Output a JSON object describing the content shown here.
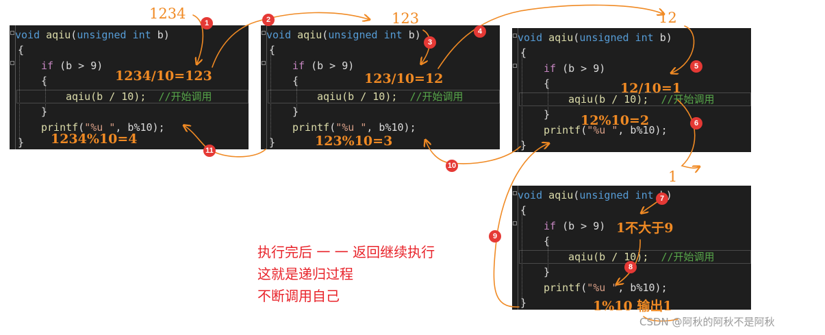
{
  "code": {
    "signature_keyword": "void",
    "signature_fn": "aqiu",
    "signature_open": "(",
    "signature_type": "unsigned int",
    "signature_param": " b)",
    "brace_open": "{",
    "brace_close": "}",
    "if_keyword": "if",
    "if_cond": " (b > 9)",
    "call": "aqiu(b / 10);",
    "comment": "//开始调用",
    "printf_fn": "printf",
    "printf_args_open": "(",
    "printf_str": "\"%u \"",
    "printf_args_rest": ", b%10);"
  },
  "top_labels": [
    "1234",
    "123",
    "12",
    "1"
  ],
  "annotations": {
    "p1_div": "1234/10=123",
    "p1_mod": "1234%10=4",
    "p2_div": "123/10=12",
    "p2_mod": "123%10=3",
    "p3_div": "12/10=1",
    "p3_mod": "12%10=2",
    "p4_cond": "1不大于9",
    "p4_out": "1%10 输出1"
  },
  "steps": [
    "1",
    "2",
    "3",
    "4",
    "5",
    "6",
    "7",
    "8",
    "9",
    "10",
    "11"
  ],
  "note": {
    "line1": "执行完后 一 一 返回继续执行",
    "line2": "这就是递归过程",
    "line3": "不断调用自己"
  },
  "watermark": "CSDN @阿秋的阿秋不是阿秋",
  "colors": {
    "arrow": "#f08a24",
    "badge": "#e53935",
    "note": "#e8232a",
    "panel_bg": "#1e1e1e"
  }
}
